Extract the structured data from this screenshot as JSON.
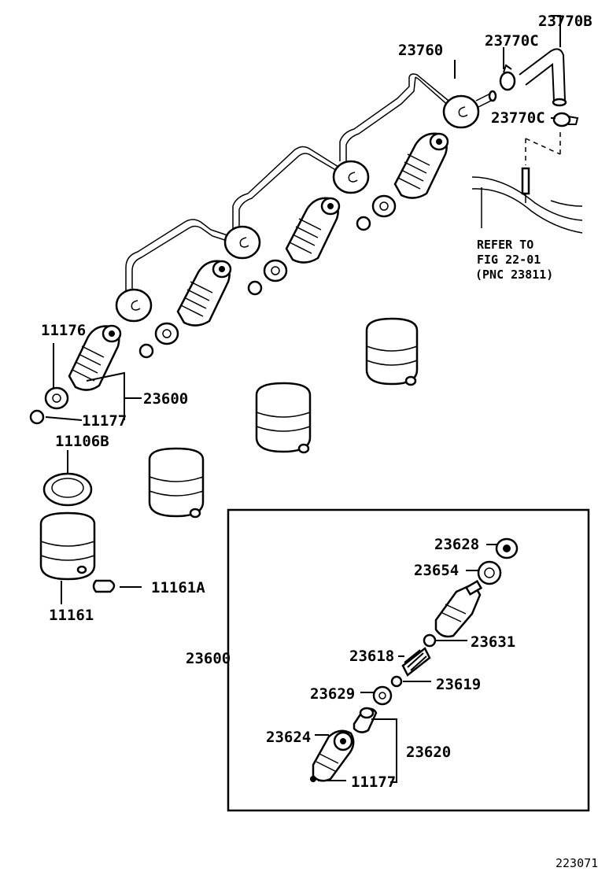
{
  "labels": {
    "p23770B": "23770B",
    "p23770C_top": "23770C",
    "p23760": "23760",
    "p23770C_side": "23770C",
    "refer_line1": "REFER TO",
    "refer_line2": "FIG 22-01",
    "refer_line3": "(PNC 23811)",
    "p11176": "11176",
    "p23600_top": "23600",
    "p11177_top": "11177",
    "p11106B": "11106B",
    "p11161A": "11161A",
    "p11161": "11161",
    "p23600_box": "23600",
    "p23628": "23628",
    "p23654": "23654",
    "p23631": "23631",
    "p23618": "23618",
    "p23619": "23619",
    "p23629": "23629",
    "p23624": "23624",
    "p23620": "23620",
    "p11177_box": "11177",
    "figure_code": "223071"
  }
}
